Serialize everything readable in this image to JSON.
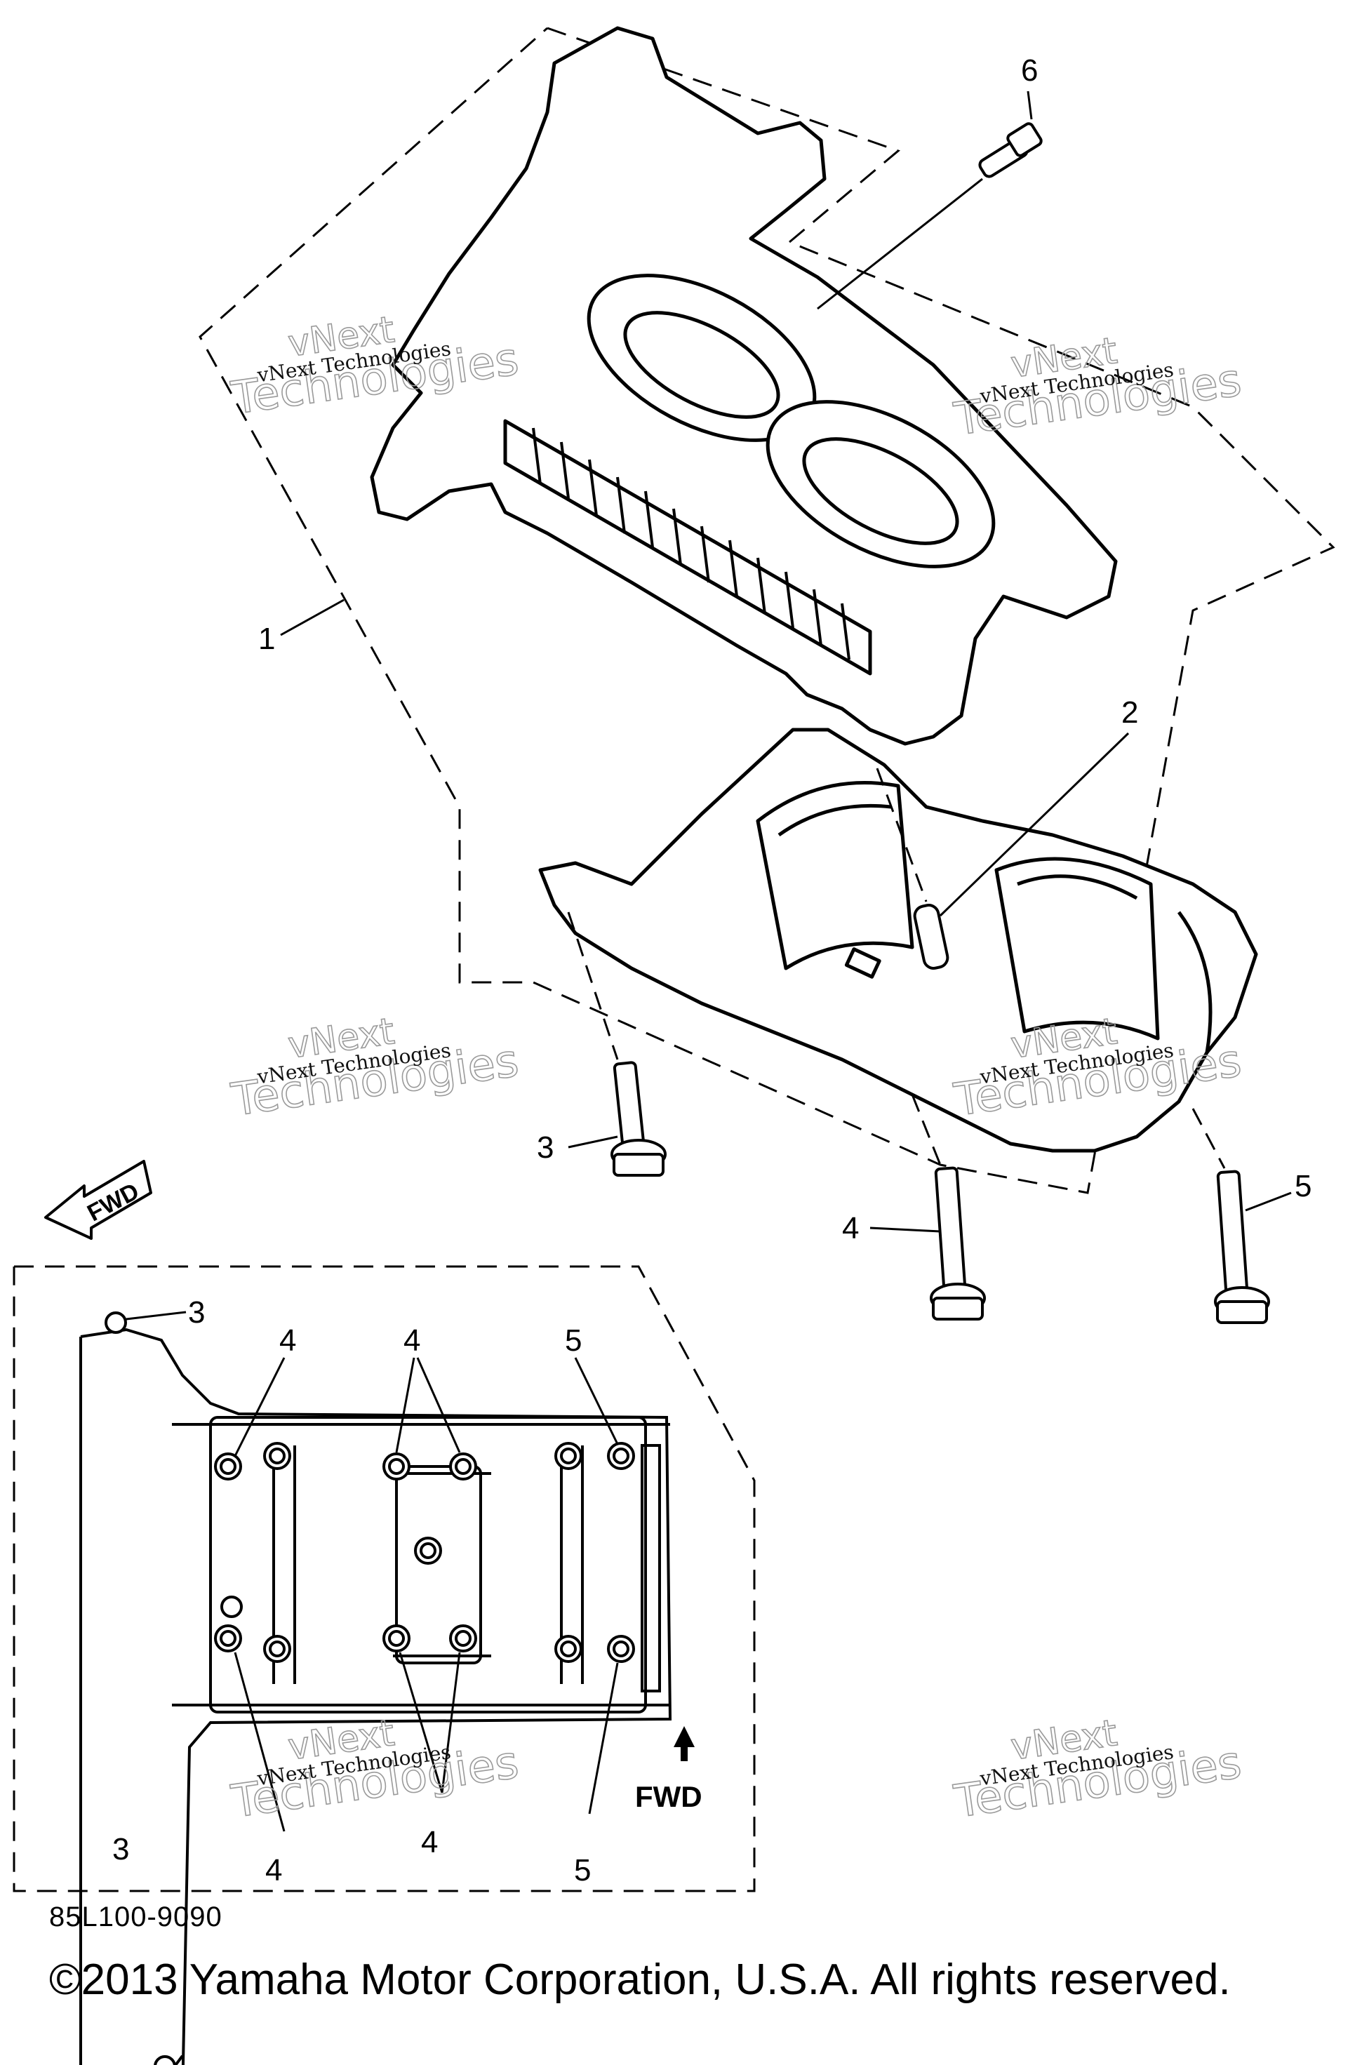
{
  "callouts": {
    "c1": "1",
    "c2": "2",
    "c3": "3",
    "c4": "4",
    "c5": "5",
    "c6": "6"
  },
  "inset_callouts": {
    "tl3": "3",
    "bl3": "3",
    "t4a": "4",
    "t4b": "4",
    "b4a": "4",
    "b4b": "4",
    "t5": "5",
    "b5": "5"
  },
  "fwd_label": "FWD",
  "inset_fwd_label": "FWD",
  "watermark": {
    "line1": "vNext",
    "line2": "Technologies",
    "small": "vNext Technologies"
  },
  "part_code": "85L100-9090",
  "copyright": "©2013 Yamaha Motor Corporation, U.S.A. All rights reserved."
}
